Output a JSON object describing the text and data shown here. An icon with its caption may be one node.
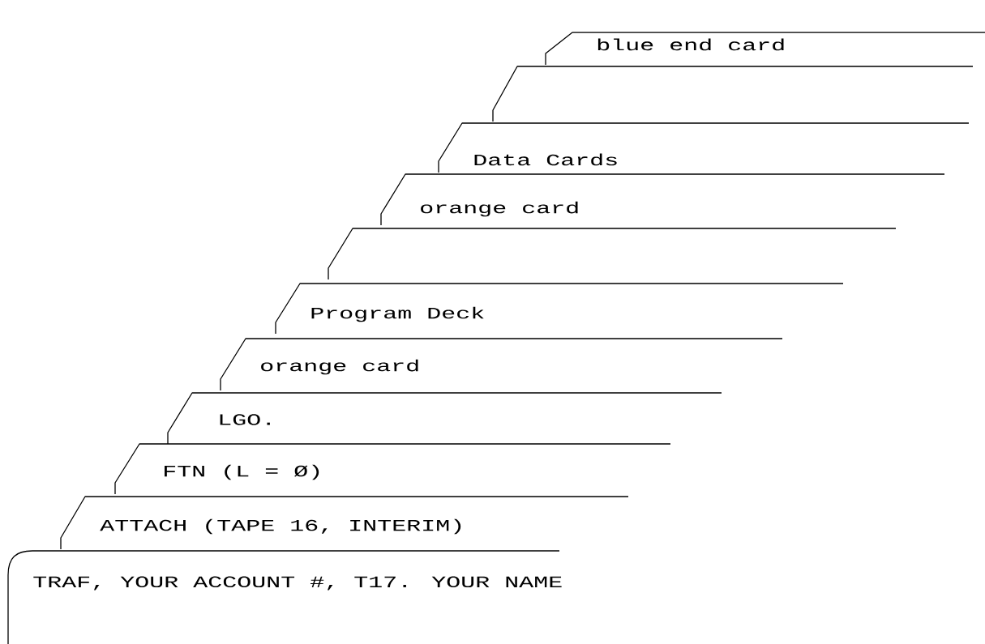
{
  "diagram": {
    "nodes": [
      {
        "text": [
          "blue end card"
        ]
      },
      {
        "text": [],
        "shape": "box"
      },
      {
        "text": [
          "Data Cards"
        ]
      },
      {
        "text": [
          "orange card"
        ]
      },
      {
        "text": [],
        "shape": "box"
      },
      {
        "text": [
          "Program Deck"
        ]
      },
      {
        "text": [
          "orange card"
        ]
      },
      {
        "text": [
          "LGO."
        ]
      },
      {
        "text": [
          "FTN (L = Ø)"
        ]
      },
      {
        "text": [
          "ATTACH (TAPE 16, INTERIM)"
        ]
      },
      {
        "text": [
          "TRAF, YOUR ACCOUNT #, T17.  YOUR NAME"
        ]
      }
    ]
  }
}
